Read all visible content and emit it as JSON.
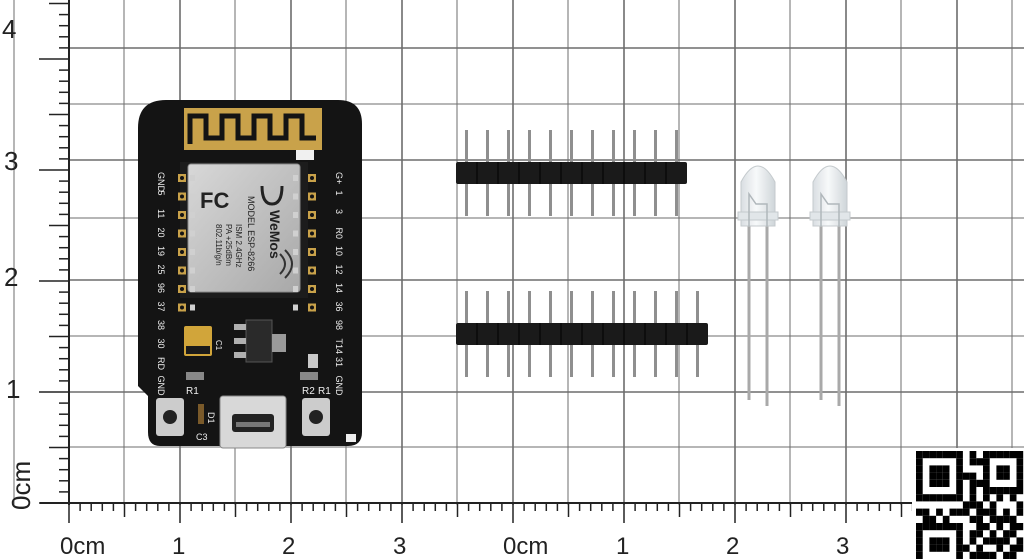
{
  "ruler": {
    "left_vertical_labels": [
      "4",
      "3",
      "2",
      "1",
      "0cm"
    ],
    "bottom_left_labels": [
      "0cm",
      "1",
      "2",
      "3"
    ],
    "bottom_right_labels": [
      "0cm",
      "1",
      "2",
      "3"
    ]
  },
  "board": {
    "chip_brand": "WeMos",
    "fcc_logo": "FC",
    "model_line": "MODEL ESP-8266",
    "spec_line_1": "ISM 2.4GHz",
    "spec_line_2": "PA +25dBm",
    "spec_line_3": "802.11b/g/n",
    "left_pin_labels": [
      "GND",
      "5",
      "11",
      "20",
      "19",
      "25",
      "96",
      "37",
      "38",
      "30",
      "RD",
      "GND"
    ],
    "right_pin_labels": [
      "G+",
      "1",
      "3",
      "R0",
      "10",
      "12",
      "14",
      "36",
      "98",
      "T14",
      "31",
      "GND"
    ],
    "r1_label": "R1",
    "r2_label": "R2",
    "r1b_label": "R1",
    "c1_label": "C1",
    "c3_label": "C3",
    "d1_label": "D1"
  },
  "colors": {
    "board": "#141414",
    "antenna": "#c9a24a",
    "grid": "#6d6d6d",
    "header_plastic": "#1a1a1a",
    "header_pin": "#8f8f8f",
    "led_body": "#e8ecee",
    "led_lead": "#a9a9a9"
  },
  "qr": {
    "icon": "qr-code-icon"
  }
}
